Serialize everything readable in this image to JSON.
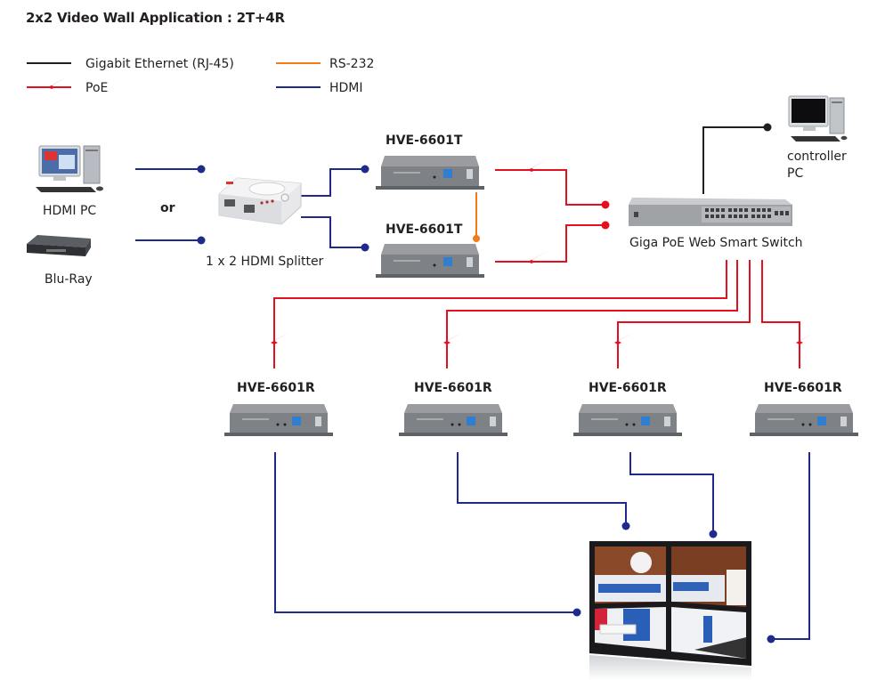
{
  "title": "2x2 Video Wall Application : 2T+4R",
  "legend": {
    "items": [
      {
        "label": "Gigabit Ethernet (RJ-45)",
        "type": "line",
        "color": "#231f20"
      },
      {
        "label": "PoE",
        "type": "bolt",
        "color": "#e3101f"
      },
      {
        "label": "RS-232",
        "type": "line",
        "color": "#f07c1b"
      },
      {
        "label": "HDMI",
        "type": "line",
        "color": "#1f2a8c"
      }
    ]
  },
  "colors": {
    "ethernet": "#231f20",
    "poe": "#e3101f",
    "rs232": "#f07c1b",
    "hdmi": "#1f2a8c"
  },
  "sources": {
    "hdmi_pc": {
      "label": "HDMI PC",
      "icon": "desktop-pc-icon"
    },
    "or_label": "or",
    "bluray": {
      "label": "Blu-Ray",
      "icon": "bluray-player-icon"
    }
  },
  "splitter": {
    "label": "1 x 2 HDMI Splitter",
    "icon": "hdmi-splitter-icon"
  },
  "transmitters": [
    {
      "label": "HVE-6601T",
      "icon": "hdmi-extender-icon"
    },
    {
      "label": "HVE-6601T",
      "icon": "hdmi-extender-icon"
    }
  ],
  "switch": {
    "label": "Giga PoE Web Smart Switch",
    "icon": "network-switch-icon"
  },
  "controller": {
    "label_line1": "controller",
    "label_line2": "PC",
    "icon": "desktop-pc-icon"
  },
  "receivers": [
    {
      "label": "HVE-6601R",
      "icon": "hdmi-extender-icon"
    },
    {
      "label": "HVE-6601R",
      "icon": "hdmi-extender-icon"
    },
    {
      "label": "HVE-6601R",
      "icon": "hdmi-extender-icon"
    },
    {
      "label": "HVE-6601R",
      "icon": "hdmi-extender-icon"
    }
  ],
  "video_wall": {
    "layout": "2x2",
    "icon": "video-wall-icon"
  }
}
